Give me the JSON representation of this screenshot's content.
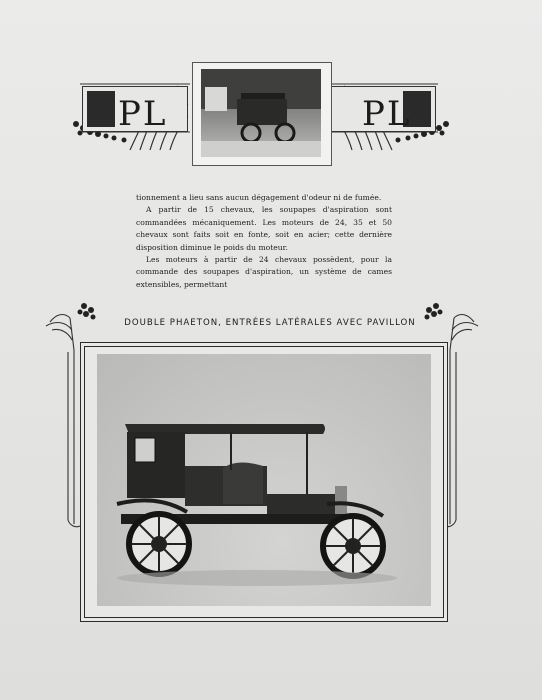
{
  "header": {
    "monogram_left": "PL",
    "monogram_right": "PL"
  },
  "body_text": {
    "p1": "tionnement a lieu sans aucun dégagement d'odeur ni de fumée.",
    "p2": "A partir de 15 chevaux, les soupapes d'aspiration sont commandées mécaniquement. Les moteurs de 24, 35 et 50 chevaux sont faits soit en fonte, soit en acier; cette dernière disposition diminue le poids du moteur.",
    "p3": "Les moteurs à partir de 24 chevaux possèdent, pour la commande des soupapes d'aspiration, un système de cames extensibles, permettant"
  },
  "caption": "DOUBLE PHAETON, ENTRÉES LATÉRALES AVEC PAVILLON",
  "colors": {
    "paper": "#e6e6e4",
    "ink": "#1c1c1c"
  }
}
